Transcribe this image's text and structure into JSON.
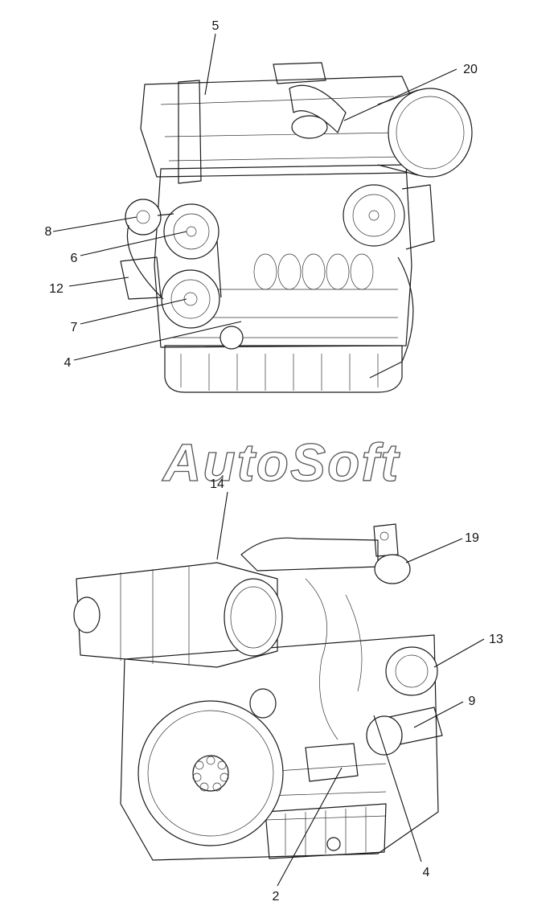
{
  "watermark": "AutoSoft",
  "top_view": {
    "callouts": [
      "5",
      "20",
      "8",
      "6",
      "12",
      "7",
      "4"
    ]
  },
  "bottom_view": {
    "callouts": [
      "14",
      "19",
      "13",
      "9",
      "4",
      "2"
    ]
  }
}
